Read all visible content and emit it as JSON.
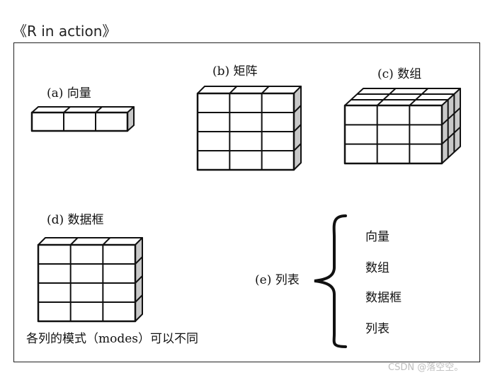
{
  "page_title": "《R in action》",
  "figure": {
    "vector_label": "(a) 向量",
    "matrix_label": "(b) 矩阵",
    "array_label": "(c) 数组",
    "dataframe_label": "(d)  数据框",
    "dataframe_caption": "各列的模式（modes）可以不同",
    "list_label": "(e) 列表",
    "list_items": [
      "向量",
      "数组",
      "数据框",
      "列表"
    ]
  },
  "watermark": "CSDN @落空空。",
  "colors": {
    "edge": "#111111",
    "side_face": "#c8c8c8",
    "top_face": "#ffffff"
  }
}
